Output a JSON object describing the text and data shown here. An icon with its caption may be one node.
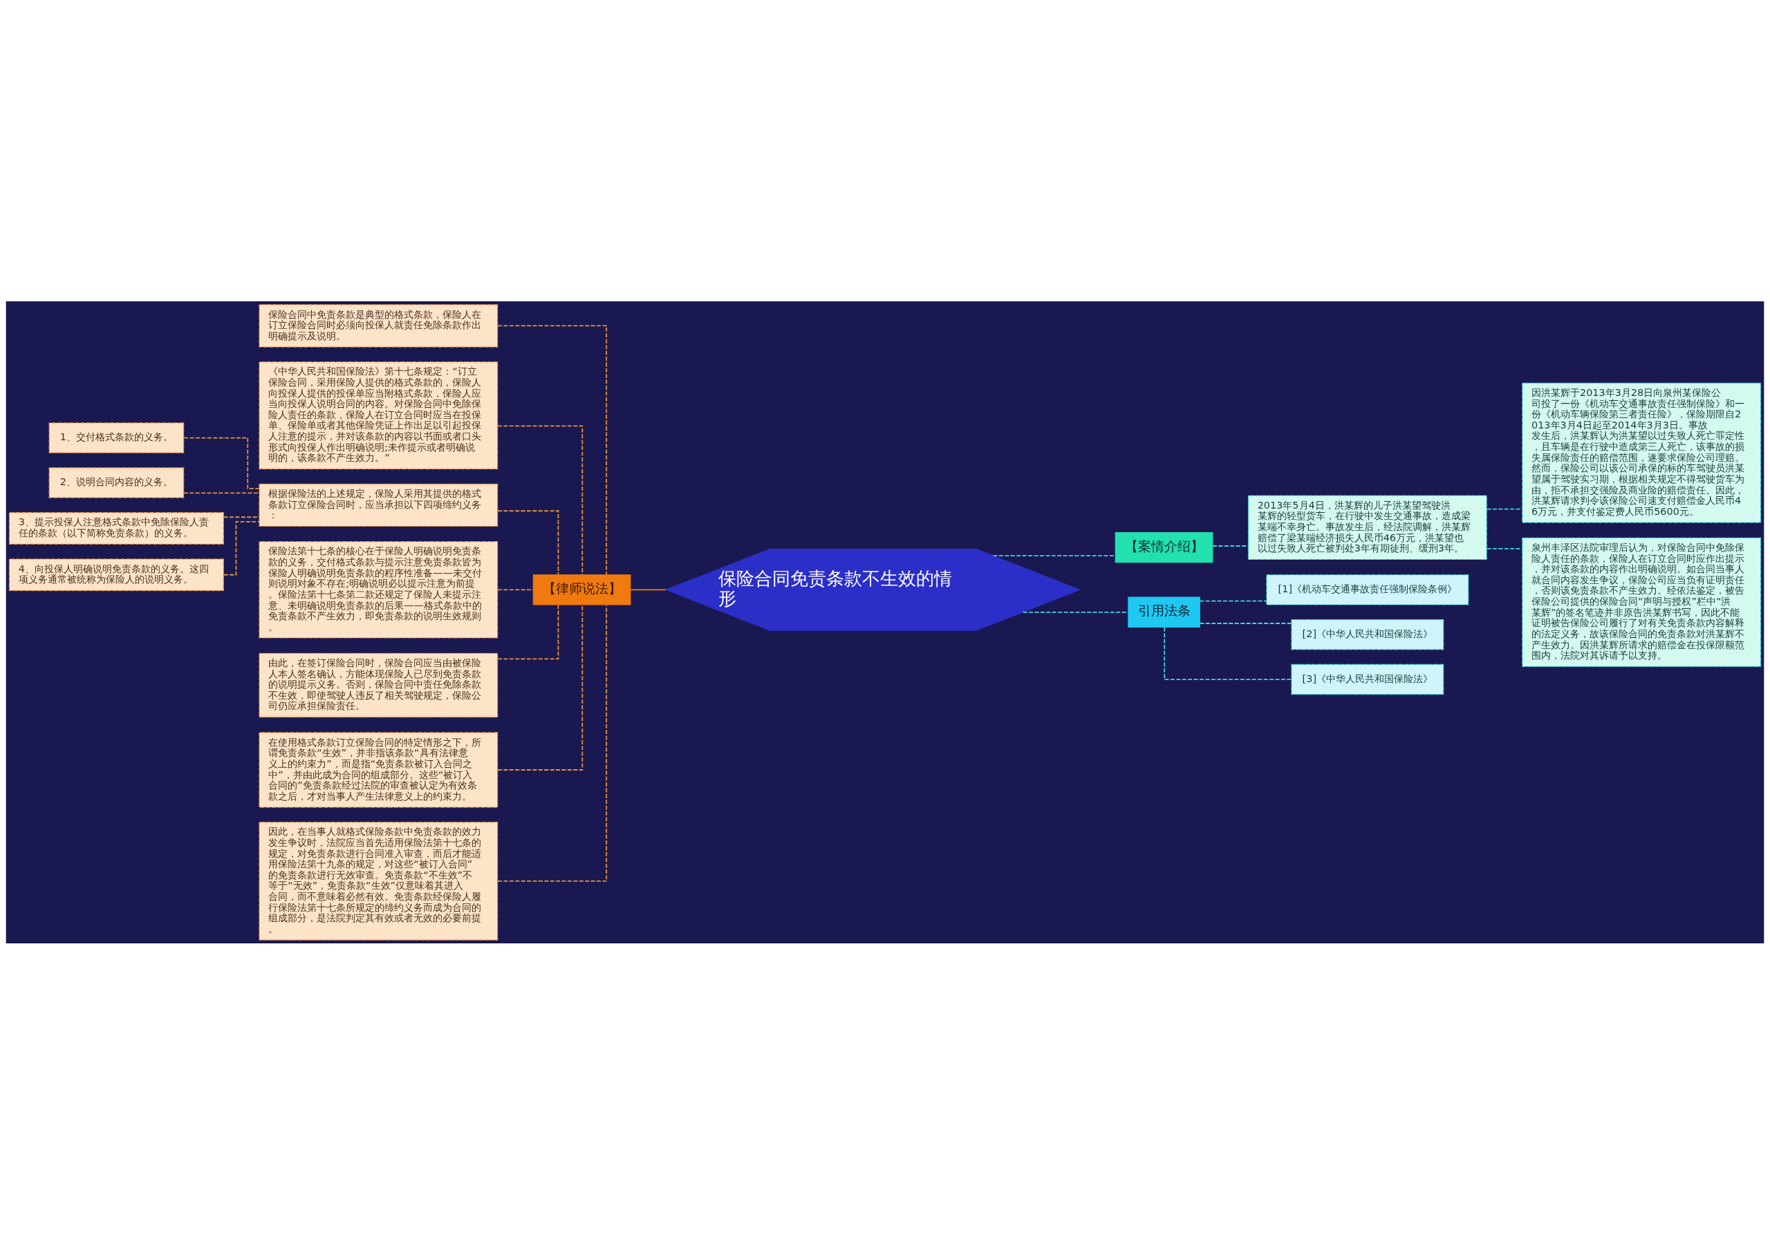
{
  "diagram": {
    "nodes": [
      {
        "text": [
          "保险合同免责条款不生效的情形"
        ]
      },
      {
        "text": [
          "【律师说法】"
        ]
      },
      {
        "text": [
          "保险合同中免责条款是典型的格式条款，保险人在订立保险合同时必须向投保人就责任免除条款作出明确提示及说明。"
        ]
      },
      {
        "text": [
          "《中华人民共和国保险法》第十七条规定：“订立保险合同，采用保险人提供的格式条款的，保险人向投保人提供的投保单应当附格式条款，保险人应当向投保人说明合同的内容。对保险合同中免除保险人责任的条款，保险人在订立合同时应当在投保单、保险单或者其他保险凭证上作出足以引起投保人注意的提示，并对该条款的内容以书面或者口头形式向投保人作出明确说明;未作提示或者明确说明的，该条款不产生效力。”"
        ]
      },
      {
        "text": [
          "根据保险法的上述规定，保险人采用其提供的格式条款订立保险合同时，应当承担以下四项缔约义务："
        ]
      },
      {
        "text": [
          "1、交付格式条款的义务。"
        ]
      },
      {
        "text": [
          "2、说明合同内容的义务。"
        ]
      },
      {
        "text": [
          "3、提示投保人注意格式条款中免除保险人责任的条款（以下简称免责条款）的义务。"
        ]
      },
      {
        "text": [
          "4、向投保人明确说明免责条款的义务。这四项义务通常被统称为保险人的说明义务。"
        ]
      },
      {
        "text": [
          "保险法第十七条的核心在于保险人明确说明免责条款的义务，交付格式条款与提示注意免责条款皆为保险人明确说明免责条款的程序性准备——未交付则说明对象不存在;明确说明必以提示注意为前提。保险法第十七条第二款还规定了保险人未提示注意、未明确说明免责条款的后果——格式条款中的免责条款不产生效力，即免责条款的说明生效规则。"
        ]
      },
      {
        "text": [
          "由此，在签订保险合同时，保险合同应当由被保险人本人签名确认，方能体现保险人已尽到免责条款的说明提示义务。否则，保险合同中责任免除条款不生效，即使驾驶人违反了相关驾驶规定，保险公司仍应承担保险责任。"
        ]
      },
      {
        "text": [
          "在使用格式条款订立保险合同的特定情形之下，所谓免责条款“生效”，并非指该条款“具有法律意义上的约束力”，而是指“免责条款被订入合同之中”，并由此成为合同的组成部分。这些“被订入合同的”免责条款经过法院的审查被认定为有效条款之后，才对当事人产生法律意义上的约束力。"
        ]
      },
      {
        "text": [
          "因此，在当事人就格式保险条款中免责条款的效力发生争议时，法院应当首先适用保险法第十七条的规定，对免责条款进行合同准入审查，而后才能适用保险法第十九条的规定，对这些“被订入合同”的免责条款进行无效审查。免责条款“不生效”不等于“无效”，免责条款“生效”仅意味着其进入合同，而不意味着必然有效。免责条款经保险人履行保险法第十七条所规定的缔约义务而成为合同的组成部分，是法院判定其有效或者无效的必要前提。"
        ]
      },
      {
        "text": [
          "【案情介绍】"
        ]
      },
      {
        "text": [
          "2013年5月4日，洪某辉的儿子洪某望驾驶洪某辉的轻型货车，在行驶中发生交通事故，造成梁某端不幸身亡。事故发生后，经法院调解，洪某辉赔偿了梁某端经济损失人民币46万元，洪某望也以过失致人死亡被判处3年有期徒刑、缓刑3年。"
        ]
      },
      {
        "text": [
          "因洪某辉于2013年3月28日向泉州某保险公司投了一份《机动车交通事故责任强制保险》和一份《机动车辆保险第三者责任险》，保险期限自2013年3月4日起至2014年3月3日。事故发生后，洪某辉认为洪某望以过失致人死亡罪定性，且车辆是在行驶中造成第三人死亡，该事故的损失属保险责任的赔偿范围，遂要求保险公司理赔。然而，保险公司以该公司承保的标的车驾驶员洪某望属于驾驶实习期，根据相关规定不得驾驶货车为由，拒不承担交强险及商业险的赔偿责任。因此，洪某辉请求判令该保险公司速支付赔偿金人民币46万元，并支付鉴定费人民币5600元。"
        ]
      },
      {
        "text": [
          "泉州丰泽区法院审理后认为，对保险合同中免除保险人责任的条款，保险人在订立合同时应作出提示，并对该条款的内容作出明确说明。如合同当事人就合同内容发生争议，保险公司应当负有证明责任，否则该免责条款不产生效力。经依法鉴定，被告保险公司提供的保险合同“声明与授权”栏中“洪某辉”的签名笔迹并非原告洪某辉书写，因此不能证明被告保险公司履行了对有关免责条款内容解释的法定义务，故该保险合同的免责条款对洪某辉不产生效力。因洪某辉所请求的赔偿金在投保限额范围内，法院对其诉请予以支持。"
        ]
      },
      {
        "text": [
          "引用法条"
        ]
      },
      {
        "text": [
          "[1]《机动车交通事故责任强制保险条例》"
        ]
      },
      {
        "text": [
          "[2]《中华人民共和国保险法》"
        ]
      },
      {
        "text": [
          "[3]《中华人民共和国保险法》"
        ]
      }
    ],
    "edges": [
      {
        "from": 1,
        "to": 0,
        "arrow": "none",
        "color": "#f07a10"
      },
      {
        "from": 2,
        "to": 1,
        "arrow": "none",
        "style": "dashed"
      },
      {
        "from": 3,
        "to": 1,
        "arrow": "none",
        "style": "dashed"
      },
      {
        "from": 5,
        "to": 4,
        "arrow": "none",
        "style": "dashed"
      },
      {
        "from": 6,
        "to": 4,
        "arrow": "none",
        "style": "dashed"
      },
      {
        "from": 7,
        "to": 4,
        "arrow": "none",
        "style": "dashed"
      },
      {
        "from": 8,
        "to": 4,
        "arrow": "none",
        "style": "dashed"
      },
      {
        "from": 4,
        "to": 1,
        "arrow": "none",
        "style": "dashed"
      },
      {
        "from": 9,
        "to": 1,
        "arrow": "none",
        "style": "dashed"
      },
      {
        "from": 10,
        "to": 1,
        "arrow": "none",
        "style": "dashed"
      },
      {
        "from": 11,
        "to": 1,
        "arrow": "none",
        "style": "dashed"
      },
      {
        "from": 12,
        "to": 1,
        "arrow": "none",
        "style": "dashed"
      },
      {
        "from": 0,
        "to": 13,
        "arrow": "none",
        "style": "dashed",
        "color": "#3fd6e0"
      },
      {
        "from": 13,
        "to": 14,
        "arrow": "none",
        "style": "dashed",
        "color": "#3fd6e0"
      },
      {
        "from": 14,
        "to": 15,
        "arrow": "none",
        "style": "dashed",
        "color": "#3fd6e0"
      },
      {
        "from": 14,
        "to": 16,
        "arrow": "none",
        "style": "dashed",
        "color": "#3fd6e0"
      },
      {
        "from": 0,
        "to": 17,
        "arrow": "none",
        "style": "dashed",
        "color": "#3fd6e0"
      },
      {
        "from": 17,
        "to": 18,
        "arrow": "none",
        "style": "dashed",
        "color": "#3fd6e0"
      },
      {
        "from": 17,
        "to": 19,
        "arrow": "none",
        "style": "dashed",
        "color": "#3fd6e0"
      },
      {
        "from": 17,
        "to": 20,
        "arrow": "none",
        "style": "dashed",
        "color": "#3fd6e0"
      }
    ]
  }
}
